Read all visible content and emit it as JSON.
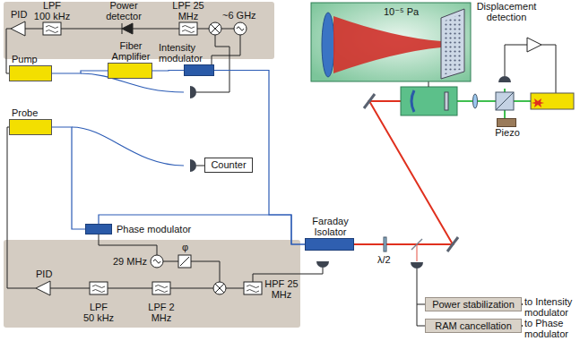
{
  "diagram": {
    "nodes": [
      {
        "text": [
          "Pump"
        ]
      },
      {
        "text": [
          "Fiber Amplifier"
        ]
      },
      {
        "text": [
          "Intensity modulator"
        ]
      },
      {
        "text": [
          "Probe"
        ]
      },
      {
        "text": [
          "Phase modulator"
        ]
      },
      {
        "text": [
          "Counter"
        ]
      },
      {
        "text": [
          "Faraday Isolator"
        ]
      },
      {
        "text": [
          "Power stabilization"
        ]
      },
      {
        "text": [
          "RAM cancellation"
        ]
      },
      {
        "text": [
          "Piezo"
        ]
      },
      {
        "text": [
          "10⁻⁵ Pa"
        ]
      }
    ],
    "edges": [
      {
        "from": 0,
        "to": 1,
        "arrow": "none"
      },
      {
        "from": 1,
        "to": 2,
        "arrow": "none"
      },
      {
        "from": 2,
        "to": 6,
        "arrow": "none"
      },
      {
        "from": 3,
        "to": 4,
        "arrow": "none"
      },
      {
        "from": 4,
        "to": 6,
        "arrow": "none"
      }
    ],
    "labels": [
      "PID",
      "LPF 100 kHz",
      "Power detector",
      "LPF 25 MHz",
      "~6 GHz",
      "29 MHz",
      "φ",
      "HPF 25 MHz",
      "LPF 2 MHz",
      "LPF 50 kHz",
      "PID",
      "λ/2",
      "to Intensity modulator",
      "to Phase modulator",
      "Displacement detection"
    ]
  }
}
